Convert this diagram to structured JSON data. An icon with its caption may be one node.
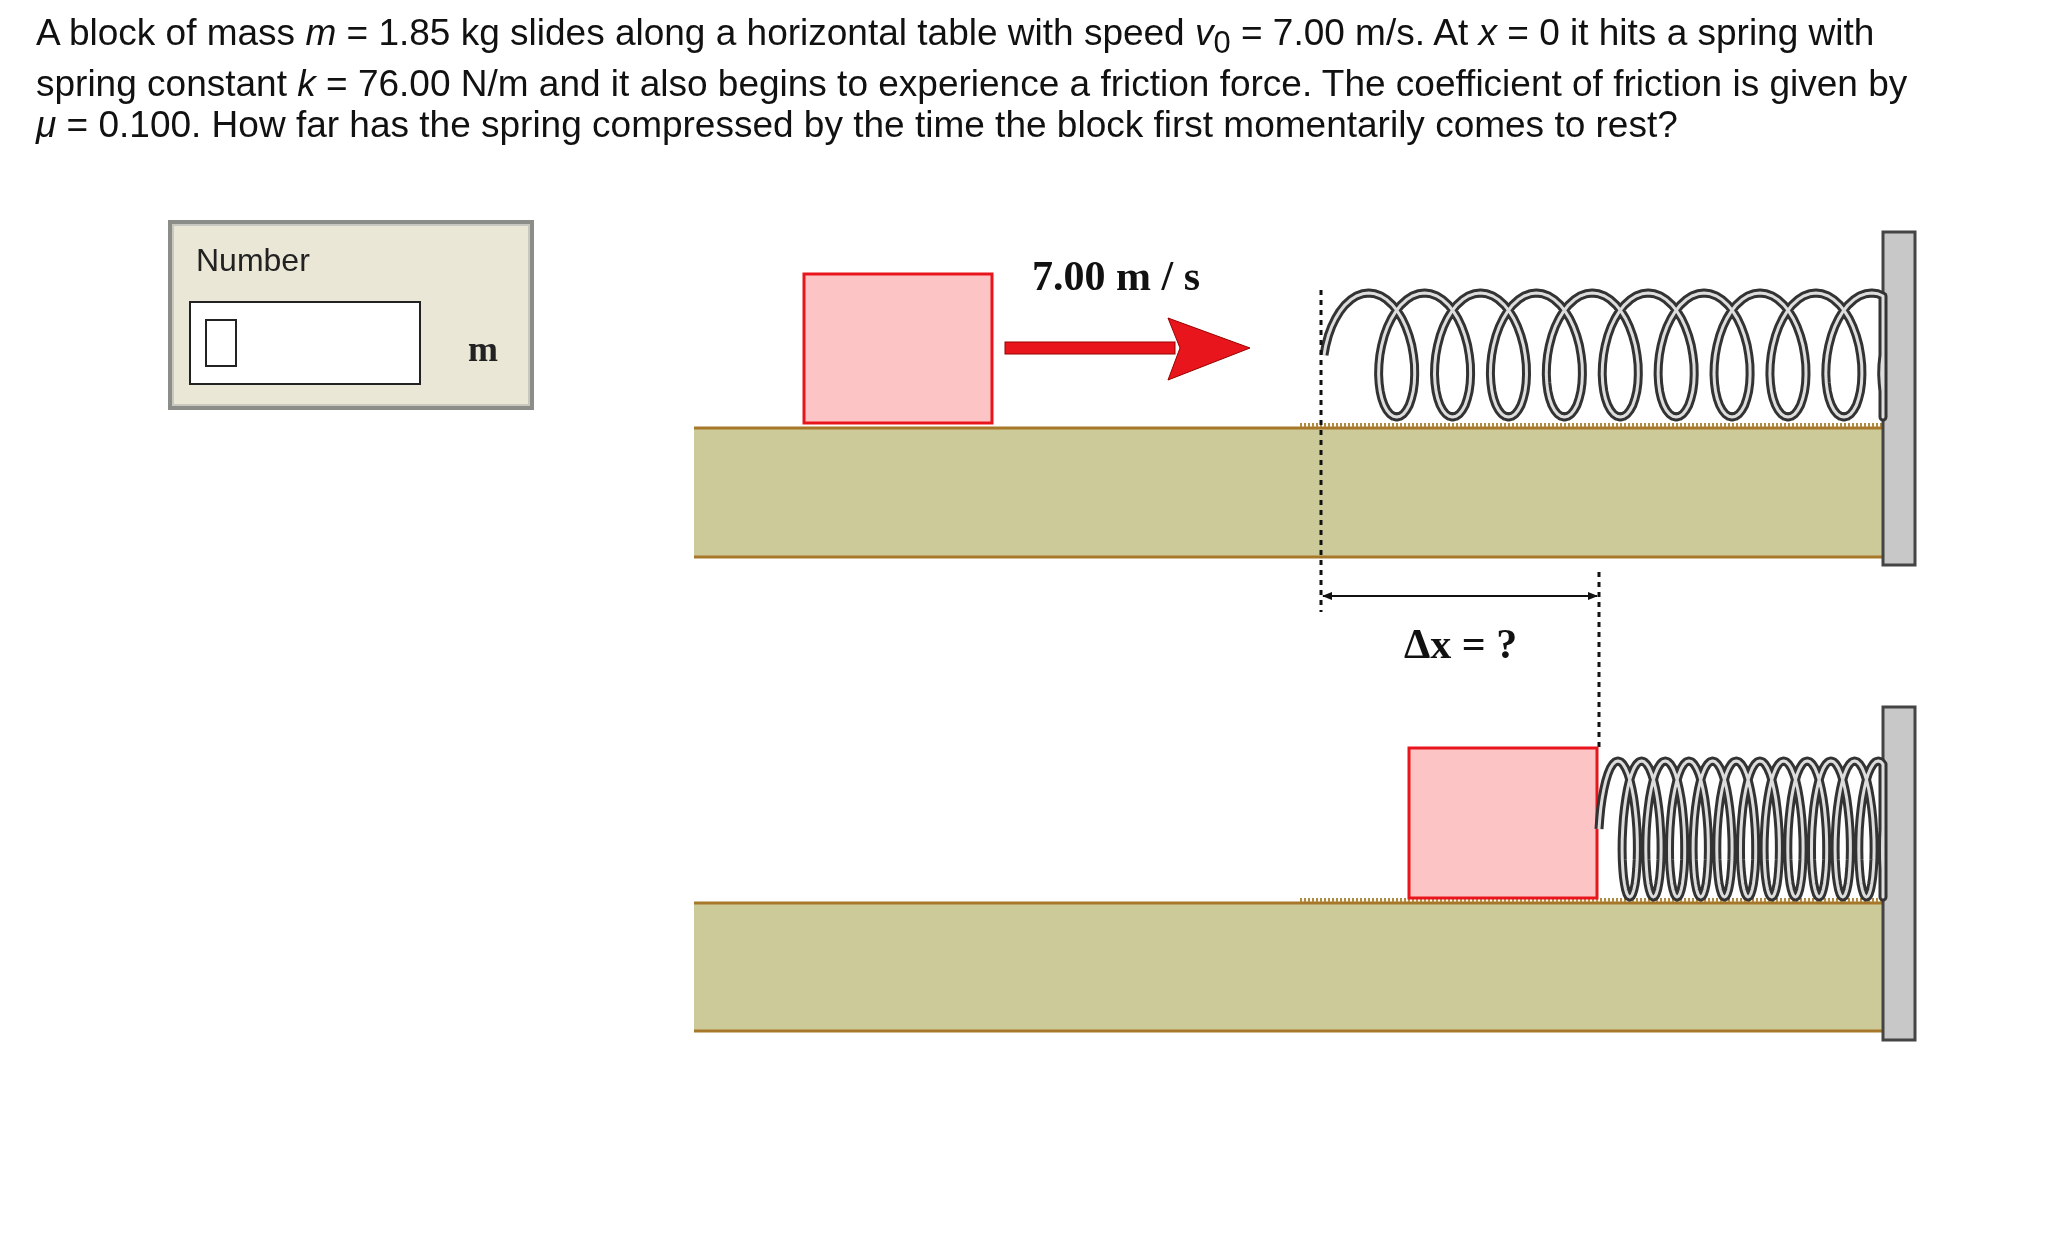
{
  "diagram": {
    "title": "A block of mass *m* = 1.85 kg slides along a horizontal table with speed *v*$_{0}$ = 7.00 m/s. At *x* = 0 it hits a spring with spring constant *k* = 76.00 N/m and it also begins to experience a friction force. The coefficient of friction is given by *μ* = 0.100. How far has the spring compressed by the time the block first momentarily comes to rest?",
    "nodes": [
      {
        "text": [
          "Number",
          "m"
        ]
      }
    ],
    "labels": [
      "7.00 m / s",
      "Δx = ?"
    ]
  }
}
